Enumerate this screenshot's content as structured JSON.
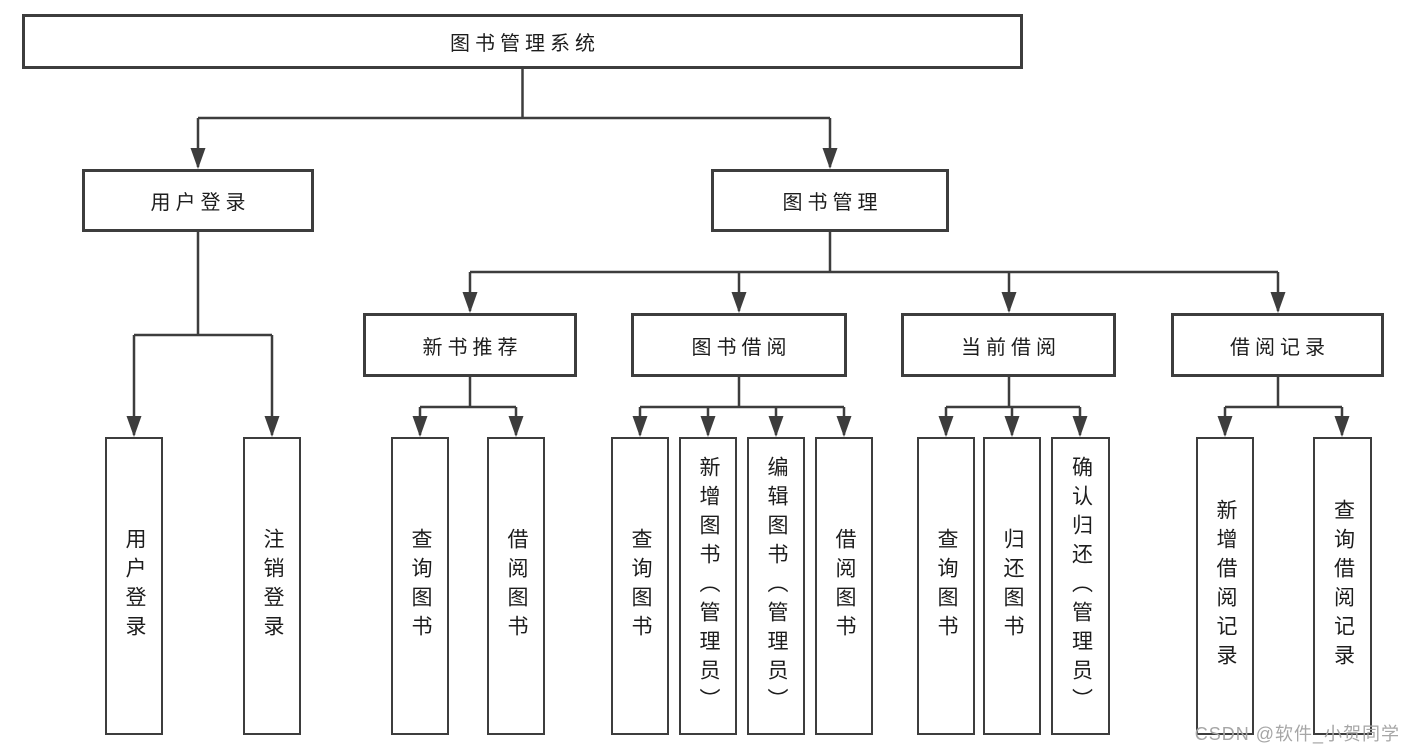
{
  "diagram_title": "图书管理系统",
  "watermark": "CSDN @软件_小贺同学",
  "colors": {
    "line": "#3d3d3d",
    "box_border": "#3d3d3d",
    "text": "#1d1d1d",
    "watermark": "#a6a6a6",
    "background": "#ffffff"
  },
  "tree": {
    "label": "图书管理系统",
    "children": [
      {
        "label": "用户登录",
        "children": [
          {
            "label": "用户登录"
          },
          {
            "label": "注销登录"
          }
        ]
      },
      {
        "label": "图书管理",
        "children": [
          {
            "label": "新书推荐",
            "children": [
              {
                "label": "查询图书"
              },
              {
                "label": "借阅图书"
              }
            ]
          },
          {
            "label": "图书借阅",
            "children": [
              {
                "label": "查询图书"
              },
              {
                "label": "新增图书（管理员）"
              },
              {
                "label": "编辑图书（管理员）"
              },
              {
                "label": "借阅图书"
              }
            ]
          },
          {
            "label": "当前借阅",
            "children": [
              {
                "label": "查询图书"
              },
              {
                "label": "归还图书"
              },
              {
                "label": "确认归还（管理员）"
              }
            ]
          },
          {
            "label": "借阅记录",
            "children": [
              {
                "label": "新增借阅记录"
              },
              {
                "label": "查询借阅记录"
              }
            ]
          }
        ]
      }
    ]
  }
}
